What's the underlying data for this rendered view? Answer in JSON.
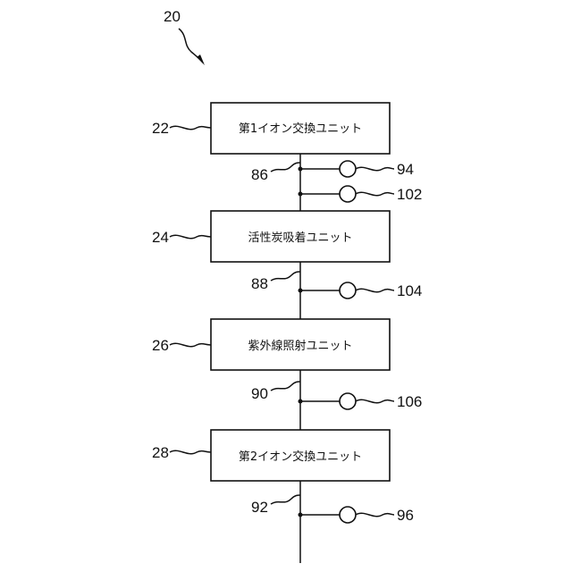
{
  "figure_ref": "20",
  "units": [
    {
      "ref": "22",
      "label": "第1イオン交換ユニット"
    },
    {
      "ref": "24",
      "label": "活性炭吸着ユニット"
    },
    {
      "ref": "26",
      "label": "紫外線照射ユニット"
    },
    {
      "ref": "28",
      "label": "第2イオン交換ユニット"
    }
  ],
  "lines": [
    {
      "ref": "86",
      "valves": [
        "94",
        "102"
      ]
    },
    {
      "ref": "88",
      "valves": [
        "104"
      ]
    },
    {
      "ref": "90",
      "valves": [
        "106"
      ]
    },
    {
      "ref": "92",
      "valves": [
        "96"
      ]
    }
  ]
}
